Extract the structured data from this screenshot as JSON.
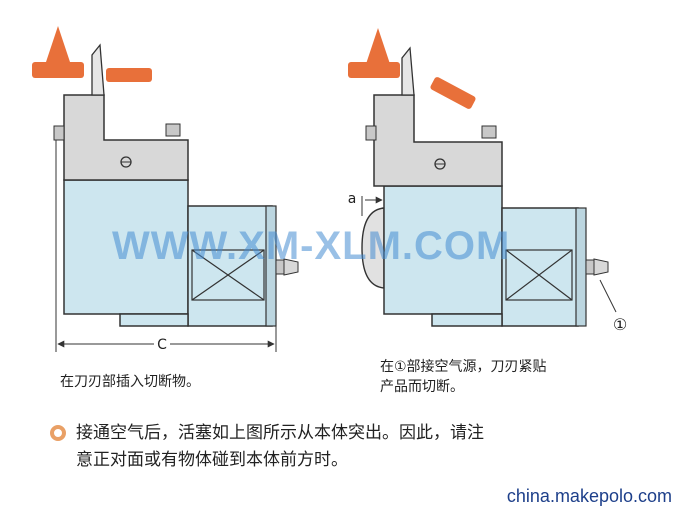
{
  "colors": {
    "body_fill": "#cde6ef",
    "bracket_fill": "#d8d8d8",
    "outline": "#333333",
    "blade": "#e8703a",
    "watermark": "#4a8fd6",
    "credit": "#1d3f8a",
    "bullet": "#e9a066"
  },
  "left_diagram": {
    "dimension_label": "C",
    "caption": "在刀刃部插入切断物。"
  },
  "right_diagram": {
    "dimension_label": "a",
    "port_marker": "①",
    "caption_line1": "在①部接空气源，刀刃紧贴",
    "caption_line2": "产品而切断。"
  },
  "note": {
    "line1": "接通空气后，活塞如上图所示从本体突出。因此，请注",
    "line2": "意正对面或有物体碰到本体前方时。"
  },
  "watermark": "WWW.XM-XLM.COM",
  "credit": "china.makepolo.com",
  "icons": [
    "bullet-ring-icon",
    "cutter-blade-icon"
  ]
}
